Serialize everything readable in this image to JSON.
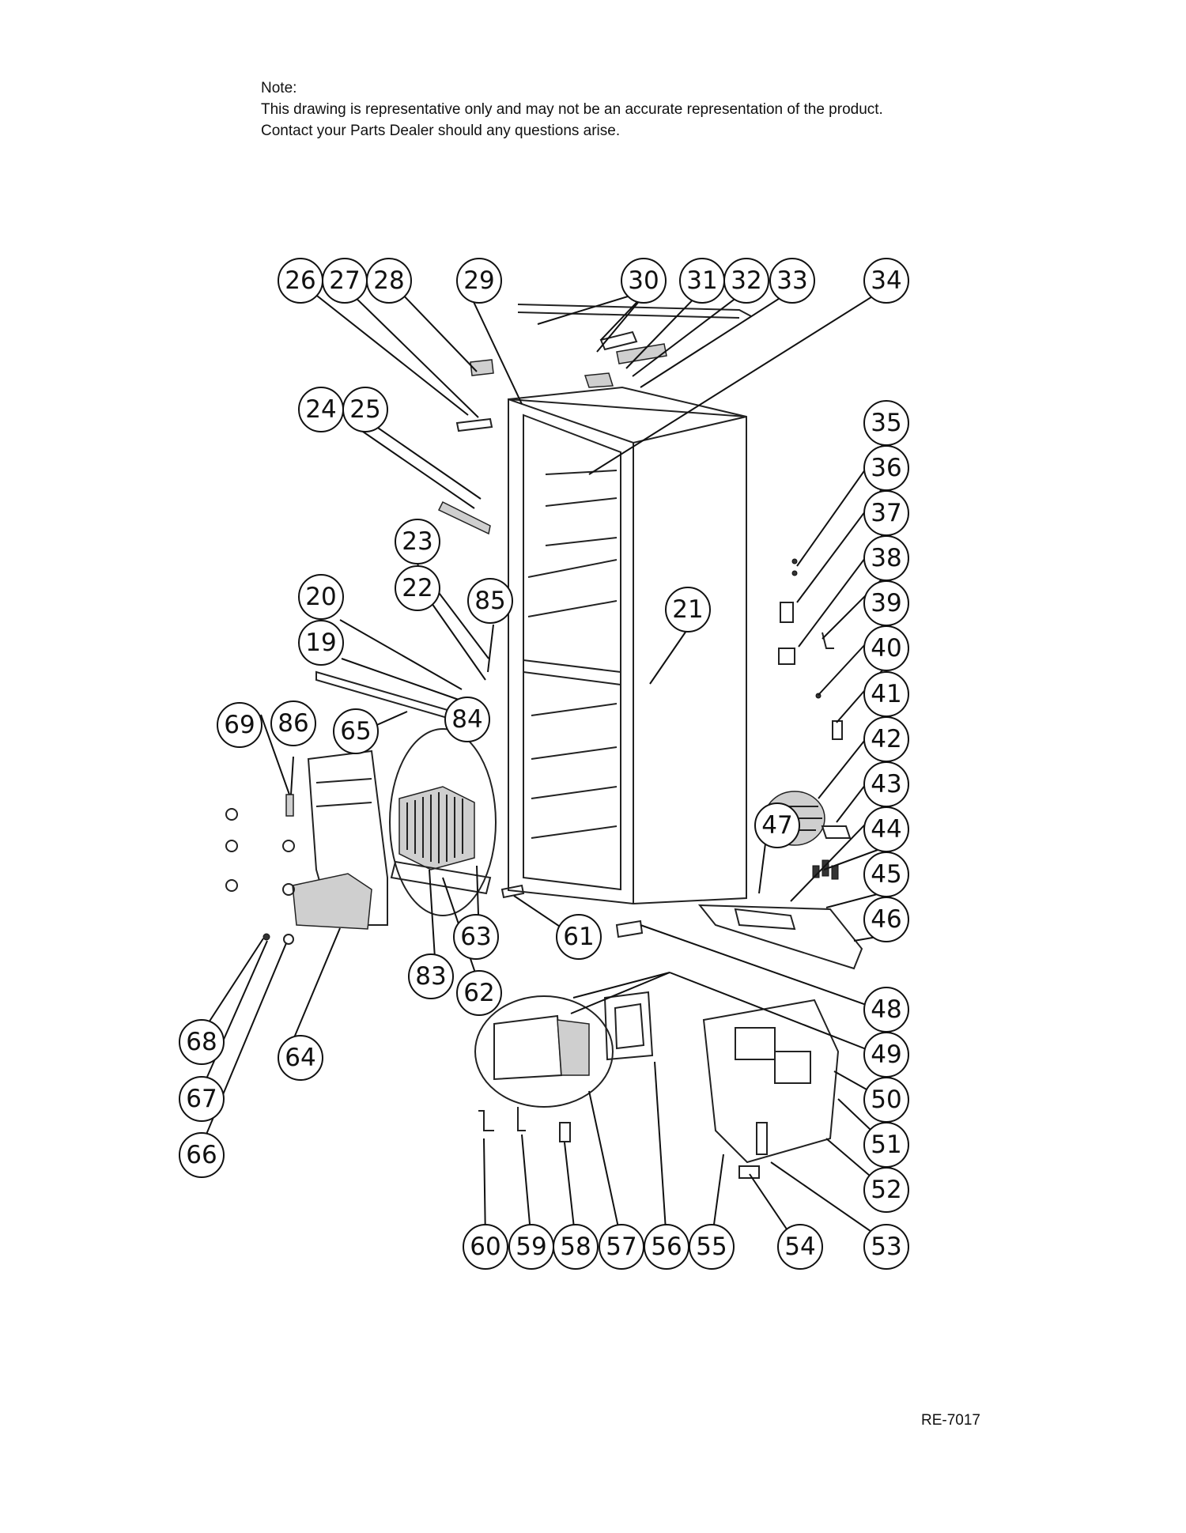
{
  "note": {
    "title": "Note:",
    "line1": "This drawing is representative only and may not be an accurate representation of the product.",
    "line2": "Contact your Parts Dealer should any questions arise."
  },
  "document_id": "RE-7017",
  "callouts": [
    "19",
    "20",
    "21",
    "22",
    "23",
    "24",
    "25",
    "26",
    "27",
    "28",
    "29",
    "30",
    "31",
    "32",
    "33",
    "34",
    "35",
    "36",
    "37",
    "38",
    "39",
    "40",
    "41",
    "42",
    "43",
    "44",
    "45",
    "46",
    "47",
    "48",
    "49",
    "50",
    "51",
    "52",
    "53",
    "54",
    "55",
    "56",
    "57",
    "58",
    "59",
    "60",
    "61",
    "62",
    "63",
    "64",
    "65",
    "66",
    "67",
    "68",
    "69",
    "83",
    "84",
    "85",
    "86"
  ],
  "colors": {
    "line": "#111111",
    "part_fill": "#cfcfcf"
  }
}
